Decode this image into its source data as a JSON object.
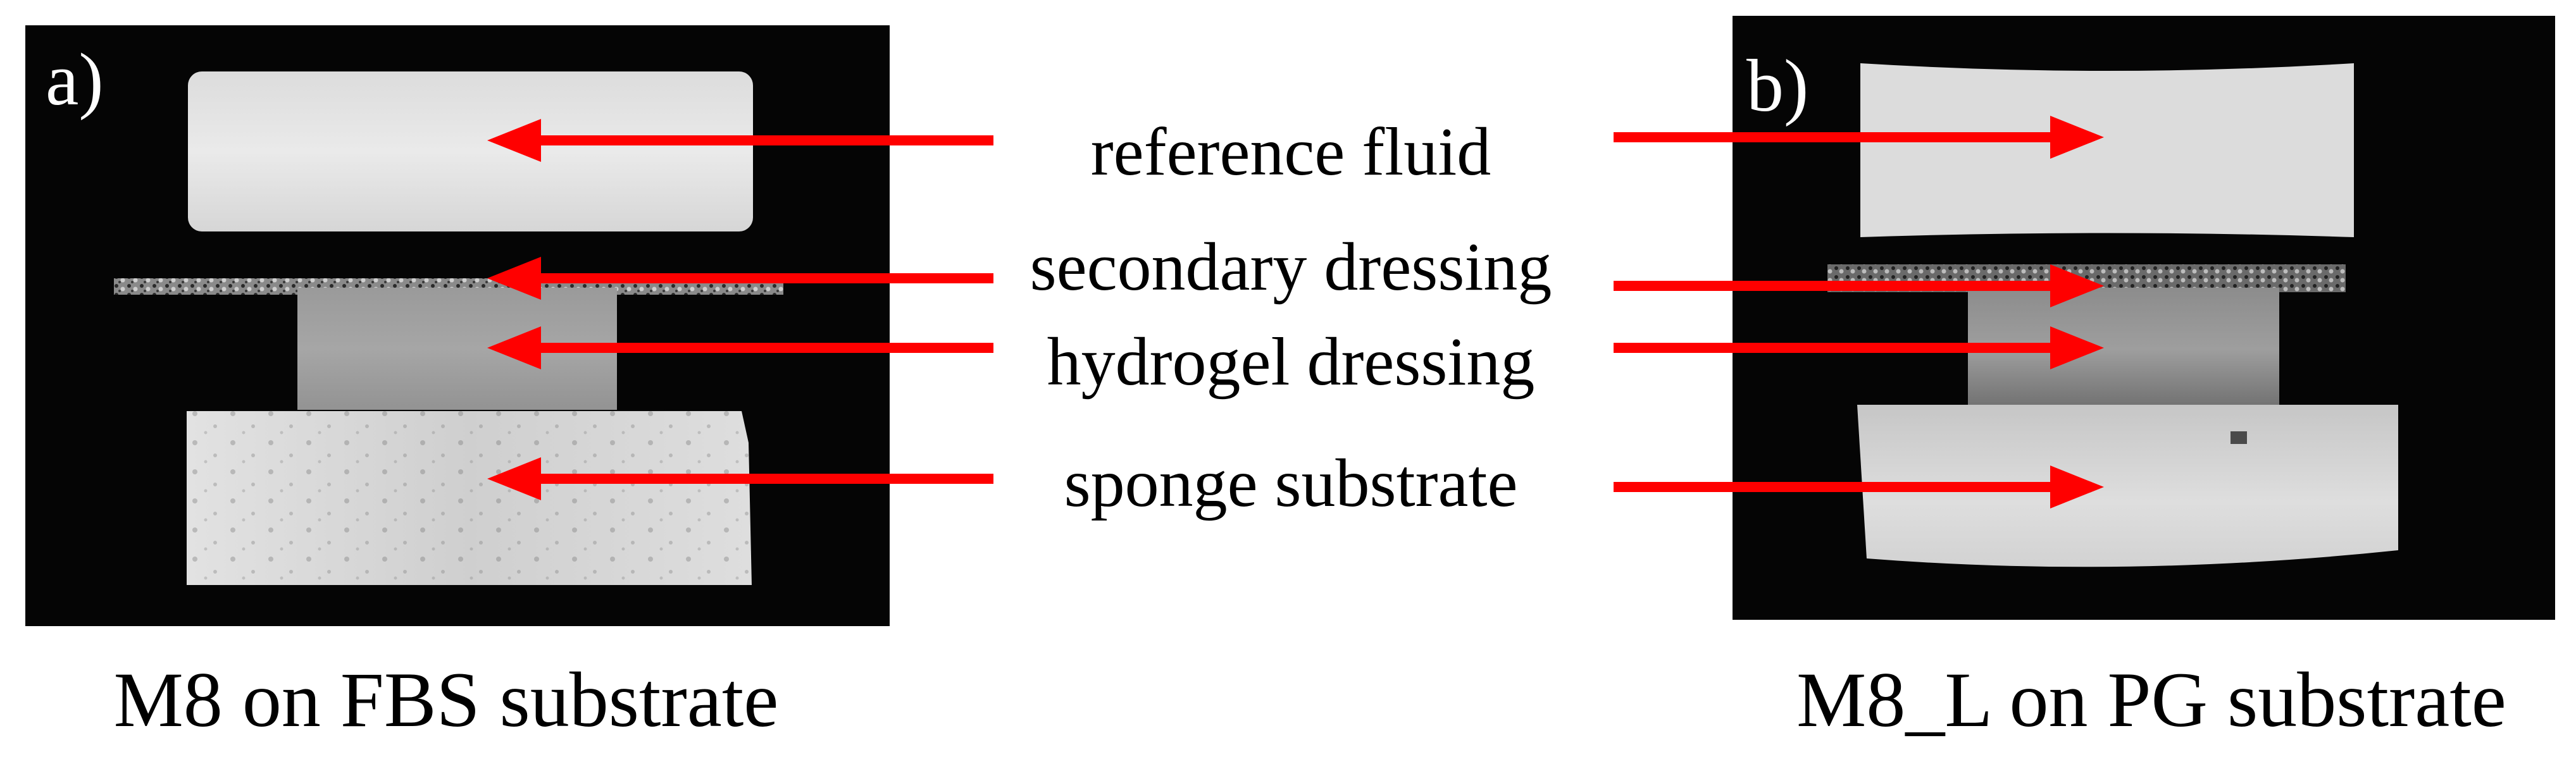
{
  "panels": [
    {
      "letter": "a)",
      "caption": "M8 on FBS substrate"
    },
    {
      "letter": "b)",
      "caption": "M8_L on PG substrate"
    }
  ],
  "labels": {
    "reference": "reference fluid",
    "secondary": "secondary dressing",
    "hydrogel": "hydrogel dressing",
    "sponge": "sponge substrate"
  },
  "colors": {
    "background": "#ffffff",
    "image_bg": "#050505",
    "arrow": "#ff0000",
    "text": "#000000"
  }
}
